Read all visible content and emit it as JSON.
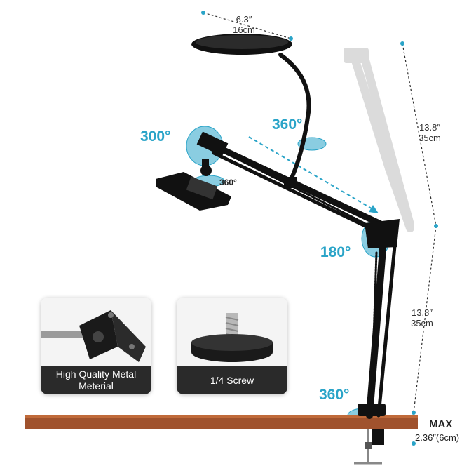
{
  "dimensions": {
    "lamp_diameter": {
      "inch": "6.3″",
      "cm": "16cm"
    },
    "upper_arm": {
      "inch": "13.8″",
      "cm": "35cm"
    },
    "lower_arm": {
      "inch": "13.8″",
      "cm": "35cm"
    },
    "clamp": {
      "max": "MAX",
      "size": "2.36″(6cm)"
    }
  },
  "rotations": {
    "head_tilt": "300°",
    "gooseneck": "360°",
    "phone_holder": "360°",
    "elbow": "180°",
    "base": "360°"
  },
  "features": [
    {
      "caption": "High Quality Metal Meterial"
    },
    {
      "caption": "1/4 Screw"
    }
  ],
  "colors": {
    "accent": "#2aa4c8",
    "arm": "#111111",
    "desk": "#a0522d",
    "caption_bg": "#2a2a2a"
  }
}
